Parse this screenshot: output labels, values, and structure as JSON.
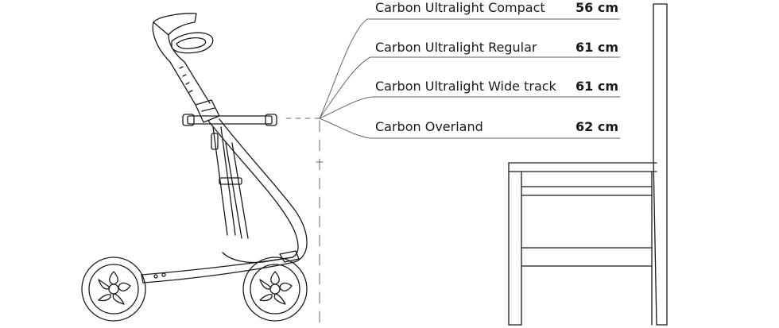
{
  "figure": {
    "illustrations": [
      "rollator-illustration",
      "chair-illustration"
    ],
    "models": [
      {
        "name": "Carbon Ultralight Compact",
        "height": "56 cm"
      },
      {
        "name": "Carbon Ultralight Regular",
        "height": "61 cm"
      },
      {
        "name": "Carbon Ultralight Wide track",
        "height": "61 cm"
      },
      {
        "name": "Carbon Overland",
        "height": "62 cm"
      }
    ]
  }
}
